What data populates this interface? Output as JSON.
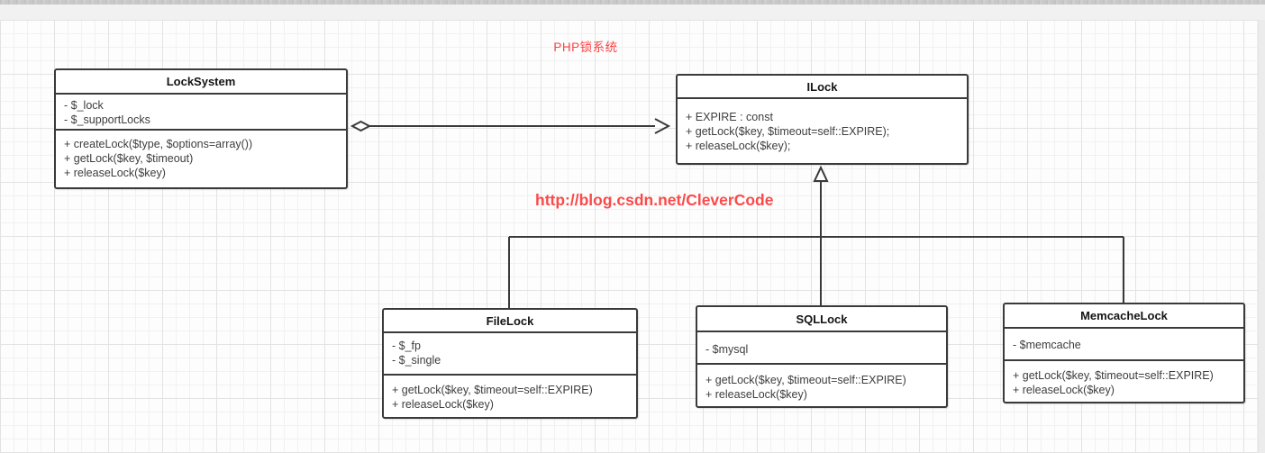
{
  "page": {
    "title": "PHP锁系统",
    "watermark": "http://blog.csdn.net/CleverCode"
  },
  "colors": {
    "title_red": "#fb4343",
    "watermark_red": "#fb4a4a",
    "box_border": "#3a3a3a",
    "grid_minor": "#f1f1f1",
    "grid_major": "#e3e3e3",
    "canvas_bg": "#fdfdfd",
    "toolbar_bg": "#f1f1f1"
  },
  "classes": {
    "lockSystem": {
      "name": "LockSystem",
      "attributes": [
        "- $_lock",
        "- $_supportLocks"
      ],
      "methods": [
        "+ createLock($type, $options=array())",
        "+ getLock($key, $timeout)",
        "+ releaseLock($key)"
      ]
    },
    "iLock": {
      "name": "ILock",
      "members": [
        "+ EXPIRE : const",
        "+ getLock($key, $timeout=self::EXPIRE);",
        "+ releaseLock($key);"
      ]
    },
    "fileLock": {
      "name": "FileLock",
      "attributes": [
        "- $_fp",
        "- $_single"
      ],
      "methods": [
        "+ getLock($key, $timeout=self::EXPIRE)",
        "+ releaseLock($key)"
      ]
    },
    "sqlLock": {
      "name": "SQLLock",
      "attributes": [
        "- $mysql"
      ],
      "methods": [
        "+ getLock($key, $timeout=self::EXPIRE)",
        "+ releaseLock($key)"
      ]
    },
    "memcacheLock": {
      "name": "MemcacheLock",
      "attributes": [
        "- $memcache"
      ],
      "methods": [
        "+ getLock($key, $timeout=self::EXPIRE)",
        "+ releaseLock($key)"
      ]
    }
  },
  "relationships": [
    {
      "from": "LockSystem",
      "to": "ILock",
      "type": "association-with-open-diamond-and-open-arrow"
    },
    {
      "from": "FileLock",
      "to": "ILock",
      "type": "generalization"
    },
    {
      "from": "SQLLock",
      "to": "ILock",
      "type": "generalization"
    },
    {
      "from": "MemcacheLock",
      "to": "ILock",
      "type": "generalization"
    }
  ]
}
